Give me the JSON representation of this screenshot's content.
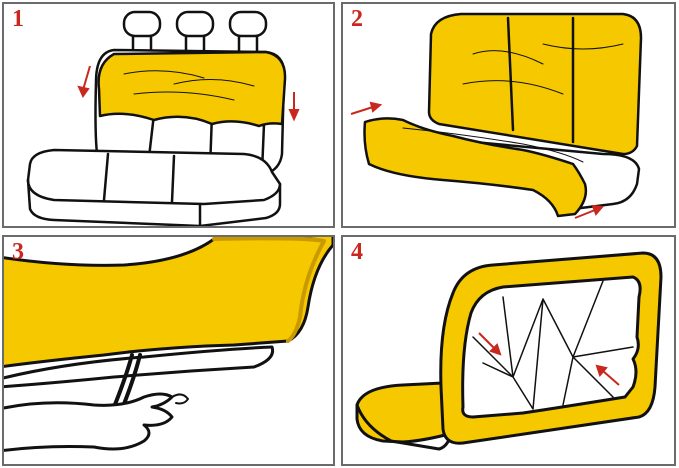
{
  "steps": [
    {
      "number": "1"
    },
    {
      "number": "2"
    },
    {
      "number": "3"
    },
    {
      "number": "4"
    }
  ],
  "colors": {
    "cover": "#f5c800",
    "cover_shadow": "#c99a00",
    "outline": "#111111",
    "arrow": "#c8281e",
    "frame": "#6b6b6b"
  },
  "icons": [
    "headrest-icon",
    "seat-back-icon",
    "seat-cushion-icon",
    "seat-cover-icon",
    "arrow-icon",
    "hand-icon",
    "strap-icon"
  ]
}
